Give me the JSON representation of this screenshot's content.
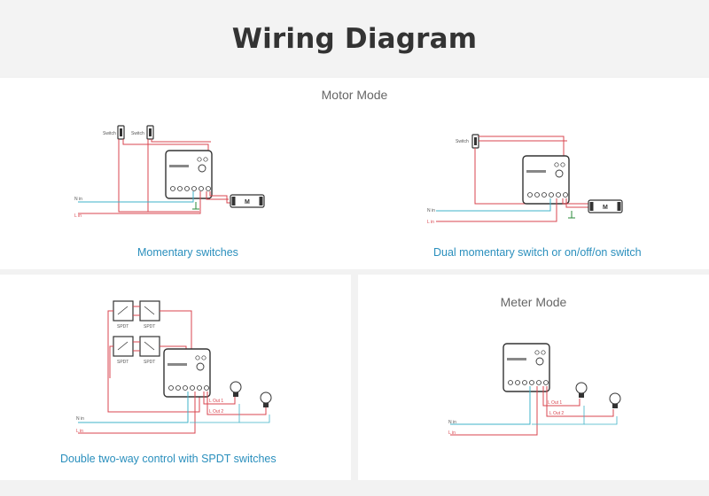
{
  "header": {
    "title": "Wiring Diagram"
  },
  "motor_mode": {
    "title": "Motor Mode",
    "left": {
      "caption": "Momentary switches",
      "switch_labels": [
        "Switch",
        "Switch"
      ],
      "n_in": "N in",
      "l_in": "L in",
      "motor": "M"
    },
    "right": {
      "caption": "Dual momentary switch or on/off/on switch",
      "switch_label": "Switch",
      "n_in": "N in",
      "l_in": "L in",
      "motor": "M"
    }
  },
  "spdt": {
    "caption": "Double two-way control with SPDT switches",
    "spdt_labels": [
      "SPDT",
      "SPDT",
      "SPDT",
      "SPDT"
    ],
    "n_in": "N in",
    "l_in": "L in",
    "l_out_1": "L Out 1",
    "l_out_2": "L Out 2"
  },
  "meter_mode": {
    "title": "Meter Mode",
    "n_in": "N in",
    "l_in": "L in",
    "l_out_1": "L Out 1",
    "l_out_2": "L Out 2"
  },
  "colors": {
    "red": "#d8454f",
    "blue": "#3fb3c8",
    "caption": "#2a8fbd",
    "device": "#333333"
  }
}
